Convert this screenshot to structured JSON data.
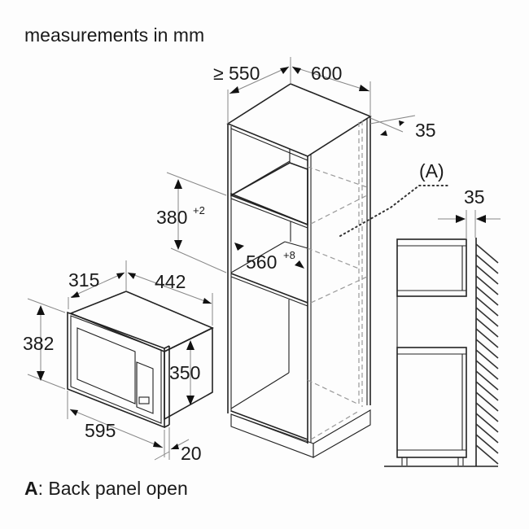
{
  "header": {
    "title": "measurements in mm"
  },
  "legend": {
    "key": "A",
    "separator": ": ",
    "text": "Back panel open"
  },
  "cabinet": {
    "depth_label": "≥ 550",
    "width_label": "600",
    "back_gap_label": "35",
    "niche_height_label": "380",
    "niche_height_tolerance": "+2",
    "niche_width_label": "560",
    "niche_width_tolerance": "+8",
    "back_panel_marker": "(A)"
  },
  "microwave": {
    "depth_label": "315",
    "body_width_label": "442",
    "front_height_label": "382",
    "body_height_label": "350",
    "front_width_label": "595",
    "front_thickness_label": "20"
  },
  "side_view": {
    "wall_gap_label": "35"
  }
}
